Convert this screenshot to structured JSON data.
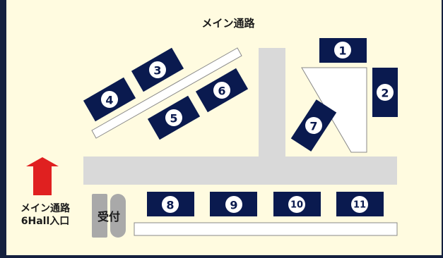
{
  "labels": {
    "main_aisle_top": "メイン通路",
    "entrance_line1": "メイン通路",
    "entrance_line2": "6Hall入口",
    "reception": "受付"
  },
  "booths": [
    {
      "id": "1",
      "label": "1"
    },
    {
      "id": "2",
      "label": "2"
    },
    {
      "id": "3",
      "label": "3"
    },
    {
      "id": "4",
      "label": "4"
    },
    {
      "id": "5",
      "label": "5"
    },
    {
      "id": "6",
      "label": "6"
    },
    {
      "id": "7",
      "label": "7"
    },
    {
      "id": "8",
      "label": "8"
    },
    {
      "id": "9",
      "label": "9"
    },
    {
      "id": "10",
      "label": "10"
    },
    {
      "id": "11",
      "label": "11"
    }
  ],
  "colors": {
    "background": "#fffbe0",
    "booth": "#0a1a4f",
    "aisle": "#d9d9d9",
    "arrow": "#e02020",
    "frame": "#14203f"
  }
}
